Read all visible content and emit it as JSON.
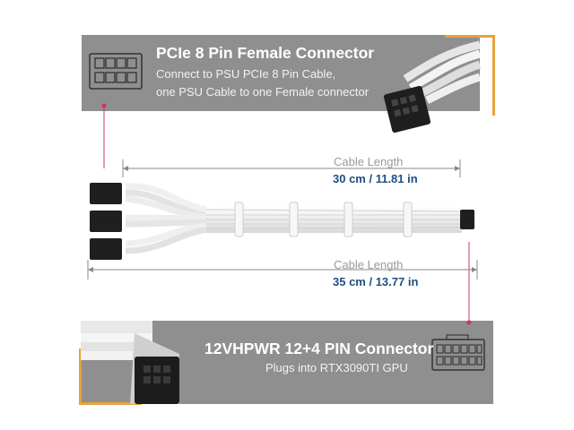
{
  "top_connector": {
    "title": "PCIe 8 Pin Female Connector",
    "line1": "Connect to PSU PCIe 8 Pin Cable,",
    "line2": "one PSU Cable to one Female connector"
  },
  "bottom_connector": {
    "title": "12VHPWR 12+4 PIN Connector",
    "line1": "Plugs into RTX3090TI GPU"
  },
  "measure_short": {
    "label": "Cable Length",
    "value": "30 cm / 11.81 in"
  },
  "measure_long": {
    "label": "Cable Length",
    "value": "35 cm / 13.77 in"
  },
  "colors": {
    "panel": "#8f8f8f",
    "accent": "#e8a23a",
    "value_text": "#1e4f82",
    "pointer": "#d0306e"
  },
  "icons": [
    "pcie-8pin-pinout-icon",
    "12vhpwr-pinout-icon"
  ]
}
